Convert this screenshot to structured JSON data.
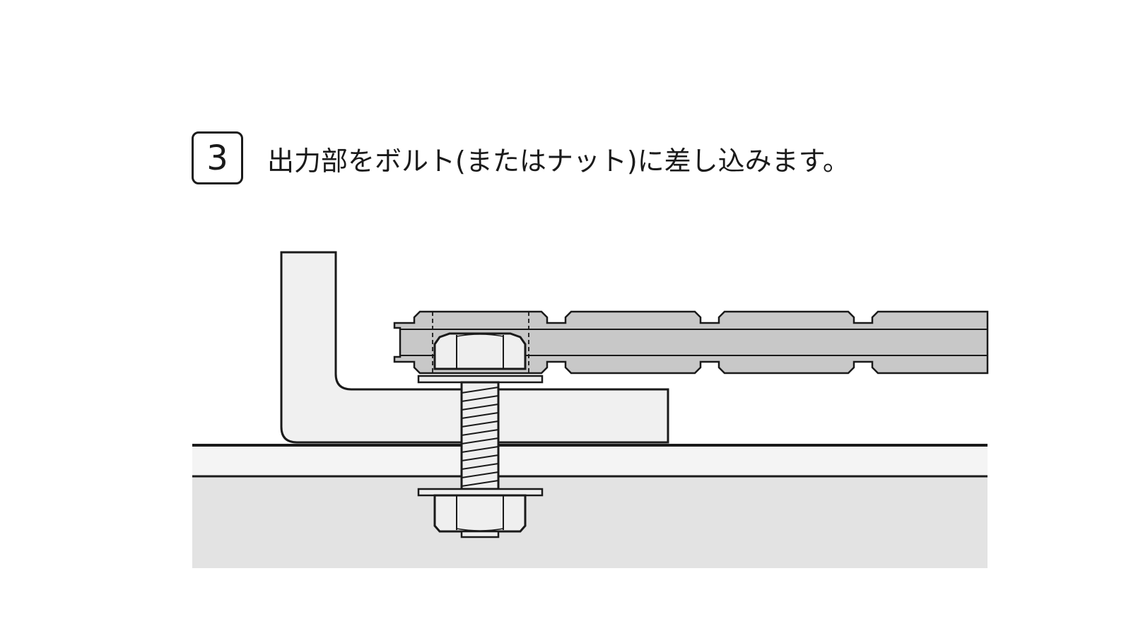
{
  "step": {
    "number": "3",
    "instruction": "出力部をボルト(またはナット)に差し込みます。"
  },
  "colors": {
    "outline": "#1a1a1a",
    "plate_fill": "#ebebeb",
    "base_fill": "#e3e3e3",
    "bracket_fill": "#f0f0f0",
    "output_fill": "#c8c8c8",
    "bolt_fill": "#efefef",
    "background": "#ffffff"
  },
  "icons": {
    "step_badge": "numbered-square-badge"
  }
}
